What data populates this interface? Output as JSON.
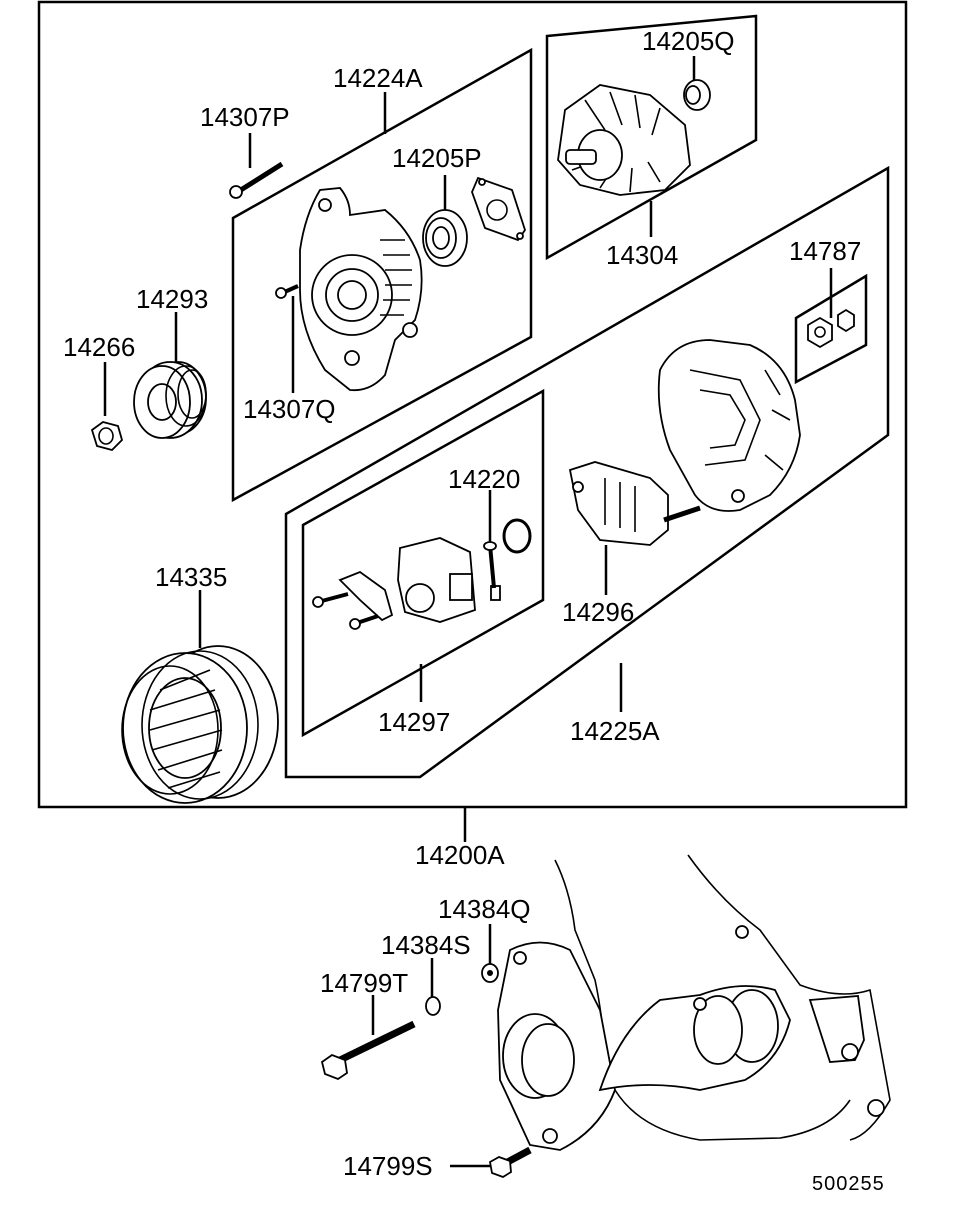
{
  "diagram": {
    "labels": {
      "p14224A": "14224A",
      "p14307P": "14307P",
      "p14205P": "14205P",
      "p14205Q": "14205Q",
      "p14304": "14304",
      "p14787": "14787",
      "p14293": "14293",
      "p14266": "14266",
      "p14307Q": "14307Q",
      "p14220": "14220",
      "p14335": "14335",
      "p14296": "14296",
      "p14297": "14297",
      "p14225A": "14225A",
      "p14200A": "14200A",
      "p14384Q": "14384Q",
      "p14384S": "14384S",
      "p14799T": "14799T",
      "p14799S": "14799S"
    },
    "reference_number": "500255"
  }
}
